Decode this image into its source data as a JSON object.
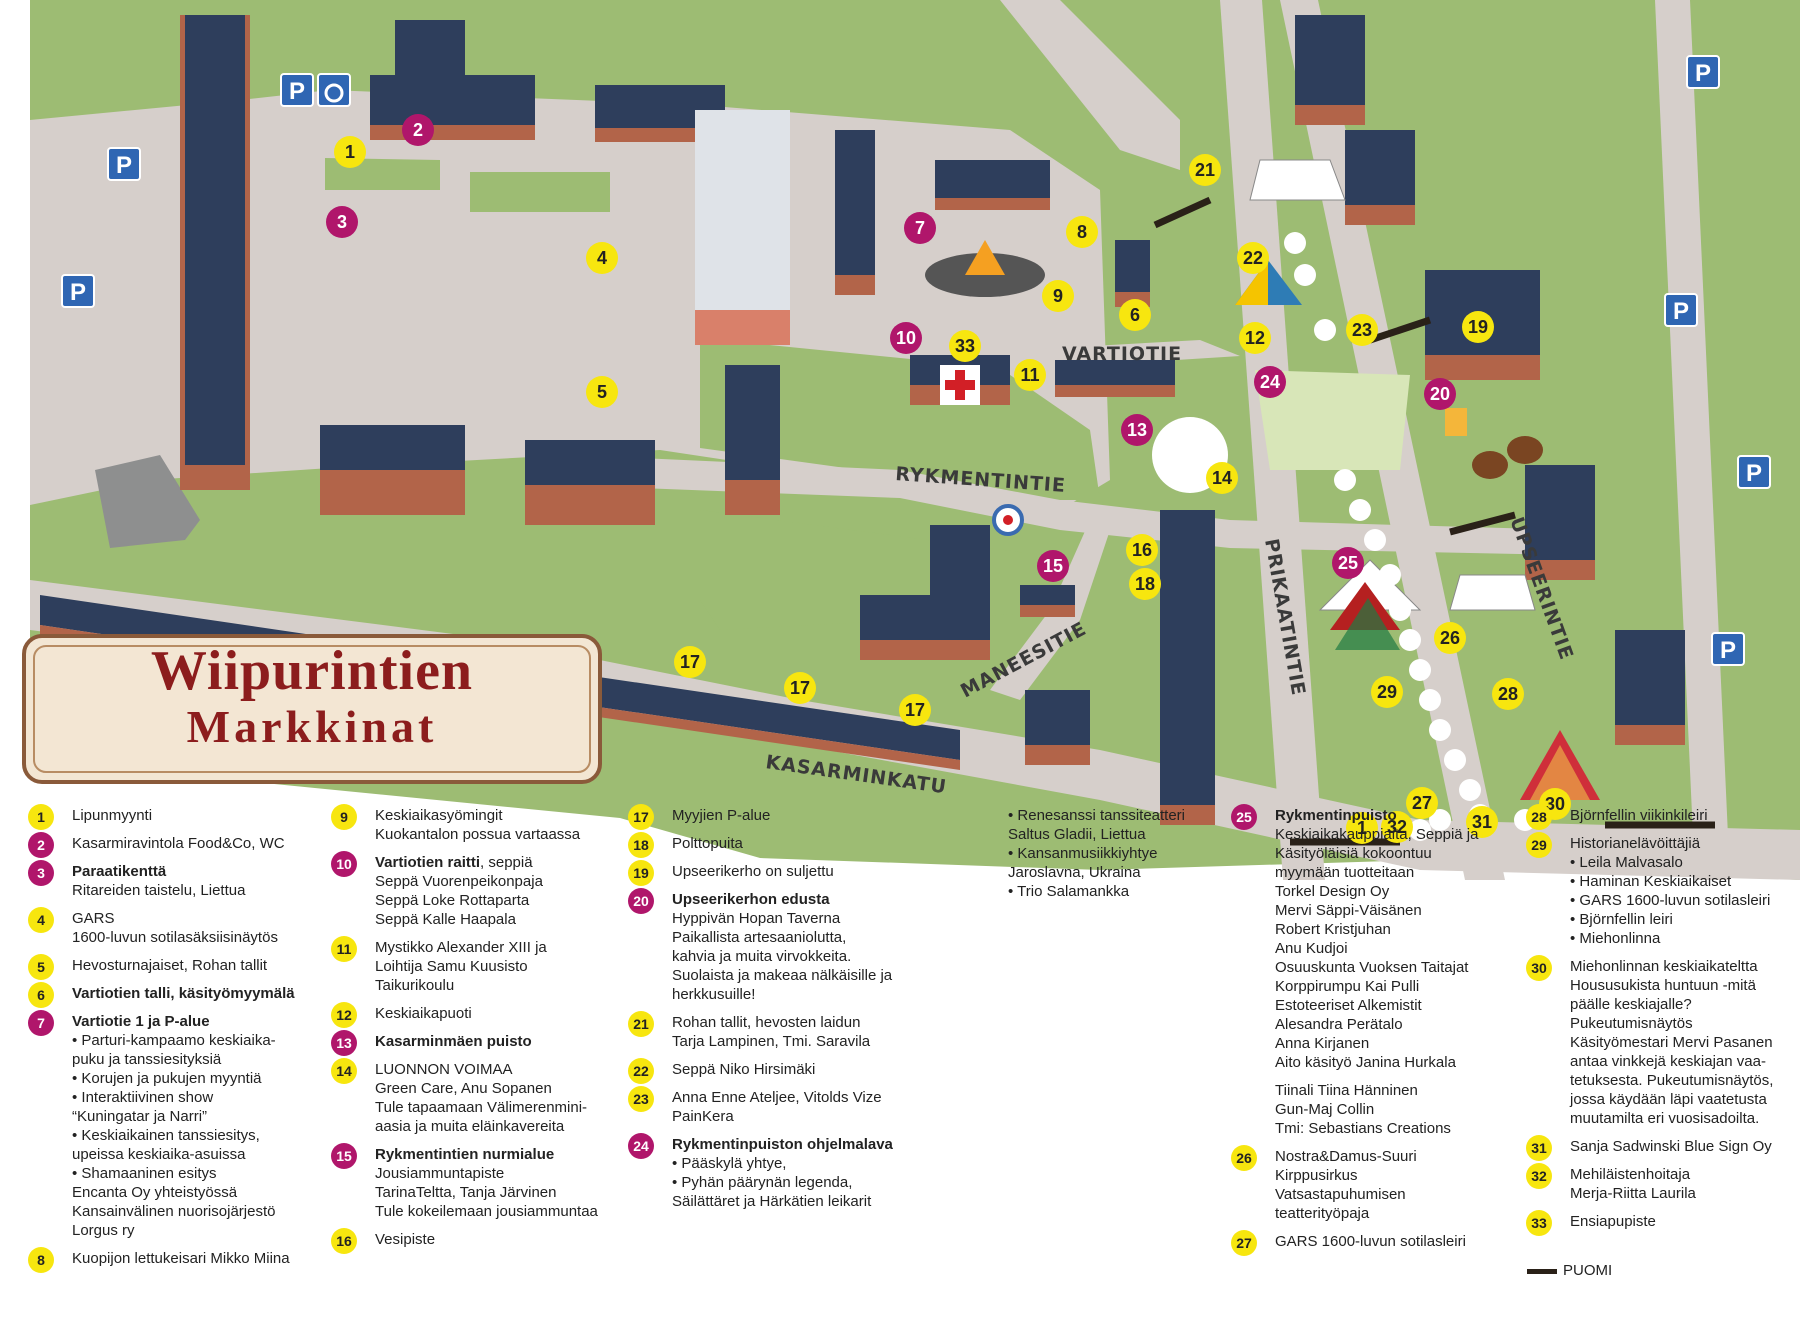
{
  "title": {
    "line1": "Wiipurintien",
    "line2": "Markkinat"
  },
  "colors": {
    "grass": "#9dbc73",
    "paved": "#d6cfcb",
    "roof": "#2e3e5c",
    "wall": "#b26449",
    "yellow_marker": "#f7e60f",
    "magenta_marker": "#b0166b",
    "parking": "#2f66b3",
    "barrier": "#2a2118"
  },
  "streets": [
    "VARTIOTIE",
    "RYKMENTINTIE",
    "MANEESITIE",
    "KASARMINKATU",
    "PRIKAATINTIE",
    "UPSEERINTIE"
  ],
  "parking_label": "P",
  "markers": [
    {
      "n": "1",
      "c": "y"
    },
    {
      "n": "1",
      "c": "y"
    },
    {
      "n": "2",
      "c": "m"
    },
    {
      "n": "3",
      "c": "m"
    },
    {
      "n": "4",
      "c": "y"
    },
    {
      "n": "5",
      "c": "y"
    },
    {
      "n": "6",
      "c": "y"
    },
    {
      "n": "7",
      "c": "m"
    },
    {
      "n": "8",
      "c": "y"
    },
    {
      "n": "9",
      "c": "y"
    },
    {
      "n": "10",
      "c": "m"
    },
    {
      "n": "11",
      "c": "y"
    },
    {
      "n": "12",
      "c": "y"
    },
    {
      "n": "13",
      "c": "m"
    },
    {
      "n": "14",
      "c": "y"
    },
    {
      "n": "15",
      "c": "m"
    },
    {
      "n": "16",
      "c": "y"
    },
    {
      "n": "17",
      "c": "y"
    },
    {
      "n": "17",
      "c": "y"
    },
    {
      "n": "17",
      "c": "y"
    },
    {
      "n": "18",
      "c": "y"
    },
    {
      "n": "19",
      "c": "y"
    },
    {
      "n": "20",
      "c": "m"
    },
    {
      "n": "21",
      "c": "y"
    },
    {
      "n": "22",
      "c": "y"
    },
    {
      "n": "23",
      "c": "y"
    },
    {
      "n": "24",
      "c": "m"
    },
    {
      "n": "25",
      "c": "m"
    },
    {
      "n": "26",
      "c": "y"
    },
    {
      "n": "27",
      "c": "y"
    },
    {
      "n": "28",
      "c": "y"
    },
    {
      "n": "29",
      "c": "y"
    },
    {
      "n": "30",
      "c": "y"
    },
    {
      "n": "31",
      "c": "y"
    },
    {
      "n": "32",
      "c": "y"
    },
    {
      "n": "33",
      "c": "y"
    }
  ],
  "legend": [
    {
      "n": "1",
      "c": "y",
      "title": "Lipunmyynti",
      "bold": false,
      "lines": []
    },
    {
      "n": "2",
      "c": "m",
      "title": "Kasarmiravintola Food&Co, WC",
      "bold": false,
      "lines": []
    },
    {
      "n": "3",
      "c": "m",
      "title": "Paraatikenttä",
      "bold": true,
      "lines": [
        "Ritareiden taistelu, Liettua"
      ]
    },
    {
      "n": "4",
      "c": "y",
      "title": "GARS",
      "bold": false,
      "lines": [
        "1600-luvun sotilasäksiisinäytös"
      ]
    },
    {
      "n": "5",
      "c": "y",
      "title": "Hevosturnajaiset, Rohan tallit",
      "bold": false,
      "lines": []
    },
    {
      "n": "6",
      "c": "y",
      "title": "Vartiotien talli, käsityömyymälä",
      "bold": true,
      "lines": []
    },
    {
      "n": "7",
      "c": "m",
      "title": "Vartiotie 1 ja P-alue",
      "bold": true,
      "lines": [
        "• Parturi-kampaamo keskiaika-",
        "puku ja tanssiesityksiä",
        "• Korujen ja pukujen myyntiä",
        "• Interaktiivinen show",
        "“Kuningatar  ja Narri”",
        "• Keskiaikainen tanssiesitys,",
        "upeissa keskiaika-asuissa",
        "• Shamaaninen esitys",
        "Encanta Oy yhteistyössä",
        "Kansainvälinen nuorisojärjestö",
        "Lorgus ry"
      ]
    },
    {
      "n": "8",
      "c": "y",
      "title": "Kuopijon lettukeisari Mikko Miina",
      "bold": false,
      "lines": []
    },
    {
      "n": "9",
      "c": "y",
      "title": "Keskiaikasyömingit",
      "bold": false,
      "lines": [
        "Kuokantalon possua vartaassa"
      ]
    },
    {
      "n": "10",
      "c": "m",
      "title": "Vartiotien raitti",
      "bold": true,
      "tail": ", seppiä",
      "lines": [
        "Seppä Vuorenpeikonpaja",
        "Seppä Loke Rottaparta",
        "Seppä Kalle Haapala"
      ]
    },
    {
      "n": "11",
      "c": "y",
      "title": "Mystikko Alexander XIII ja",
      "bold": false,
      "lines": [
        "Loihtija Samu Kuusisto",
        "Taikurikoulu"
      ]
    },
    {
      "n": "12",
      "c": "y",
      "title": "Keskiaikapuoti",
      "bold": false,
      "lines": []
    },
    {
      "n": "13",
      "c": "m",
      "title": "Kasarminmäen puisto",
      "bold": true,
      "lines": []
    },
    {
      "n": "14",
      "c": "y",
      "title": "LUONNON VOIMAA",
      "bold": false,
      "lines": [
        "Green Care, Anu Sopanen",
        "Tule tapaamaan Välimerenmini-",
        "aasia   ja muita eläinkavereita"
      ]
    },
    {
      "n": "15",
      "c": "m",
      "title": "Rykmentintien nurmialue",
      "bold": true,
      "lines": [
        "Jousiammuntapiste",
        "TarinaTeltta, Tanja Järvinen",
        "Tule kokeilemaan jousiammuntaa"
      ]
    },
    {
      "n": "16",
      "c": "y",
      "title": "Vesipiste",
      "bold": false,
      "lines": []
    },
    {
      "n": "17",
      "c": "y",
      "title": "Myyjien P-alue",
      "bold": false,
      "lines": []
    },
    {
      "n": "18",
      "c": "y",
      "title": "Polttopuita",
      "bold": false,
      "lines": []
    },
    {
      "n": "19",
      "c": "y",
      "title": "Upseerikerho on suljettu",
      "bold": false,
      "lines": []
    },
    {
      "n": "20",
      "c": "m",
      "title": "Upseerikerhon edusta",
      "bold": true,
      "lines": [
        "Hyppivän Hopan Taverna",
        "Paikallista artesaaniolutta,",
        "kahvia  ja muita virvokkeita.",
        "Suolaista ja makeaa nälkäisille ja",
        "herkkusuille!"
      ]
    },
    {
      "n": "21",
      "c": "y",
      "title": "Rohan tallit, hevosten laidun",
      "bold": false,
      "lines": [
        "Tarja Lampinen, Tmi. Saravila"
      ]
    },
    {
      "n": "22",
      "c": "y",
      "title": "Seppä Niko Hirsimäki",
      "bold": false,
      "lines": []
    },
    {
      "n": "23",
      "c": "y",
      "title": "Anna Enne Ateljee, Vitolds Vize",
      "bold": false,
      "lines": [
        "PainKera"
      ]
    },
    {
      "n": "24",
      "c": "m",
      "title": "Rykmentinpuiston ohjelmalava",
      "bold": true,
      "lines": [
        "• Pääskylä yhtye,",
        "• Pyhän päärynän legenda,",
        "Säilättäret ja Härkätien leikarit"
      ]
    },
    {
      "n": "",
      "c": "",
      "title": "",
      "bold": false,
      "lines": [
        "• Renesanssi tanssiteatteri",
        "Saltus  Gladii, Liettua",
        "• Kansanmusiikkiyhtye",
        "Jaroslavna, Ukraina",
        "• Trio Salamankka"
      ]
    },
    {
      "n": "25",
      "c": "m",
      "title": "Rykmentinpuisto",
      "bold": true,
      "lines": [
        "Keskiaikakauppiaita, Seppiä ja",
        "Käsityöläisiä kokoontuu",
        "myymään tuotteitaan",
        "Torkel Design Oy",
        "Mervi Säppi-Väisänen",
        "Robert Kristjuhan",
        "Anu Kudjoi",
        "Osuuskunta Vuoksen Taitajat",
        "Korppirumpu Kai Pulli",
        "Estoteeriset Alkemistit",
        "Alesandra Perätalo",
        "Anna Kirjanen",
        "Aito käsityö Janina Hurkala"
      ]
    },
    {
      "n": "",
      "c": "",
      "title": "",
      "bold": false,
      "lines": [
        "Tiinali Tiina Hänninen",
        "Gun-Maj Collin",
        "Tmi: Sebastians Creations"
      ]
    },
    {
      "n": "26",
      "c": "y",
      "title": "Nostra&Damus-Suuri",
      "bold": false,
      "lines": [
        "Kirppusirkus",
        "Vatsastapuhumisen",
        "teatterityöpaja"
      ]
    },
    {
      "n": "27",
      "c": "y",
      "title": "GARS 1600-luvun sotilasleiri",
      "bold": false,
      "lines": []
    },
    {
      "n": "28",
      "c": "y",
      "title": "Björnfellin viikinkileiri",
      "bold": false,
      "lines": []
    },
    {
      "n": "29",
      "c": "y",
      "title": "Historianelävöittäjiä",
      "bold": false,
      "lines": [
        "• Leila Malvasalo",
        "• Haminan Keskiaikaiset",
        "• GARS 1600-luvun sotilasleiri",
        "• Björnfellin leiri",
        "• Miehonlinna"
      ]
    },
    {
      "n": "30",
      "c": "y",
      "title": "Miehonlinnan keskiaikateltta",
      "bold": false,
      "lines": [
        "Housusukista huntuun -mitä",
        "päälle keskiajalle?",
        "Pukeutumisnäytös",
        "Käsityömestari Mervi Pasanen",
        "antaa vinkkejä keskiajan vaa-",
        "tetuksesta. Pukeutumisnäytös,",
        "jossa käydään läpi vaatetusta",
        "muutamilta eri vuosisadoilta."
      ]
    },
    {
      "n": "31",
      "c": "y",
      "title": "Sanja Sadwinski Blue Sign Oy",
      "bold": false,
      "lines": []
    },
    {
      "n": "32",
      "c": "y",
      "title": "Mehiläistenhoitaja",
      "bold": false,
      "lines": [
        "Merja-Riitta Laurila"
      ]
    },
    {
      "n": "33",
      "c": "y",
      "title": "Ensiapupiste",
      "bold": false,
      "lines": []
    }
  ],
  "puomi_label": "PUOMI"
}
